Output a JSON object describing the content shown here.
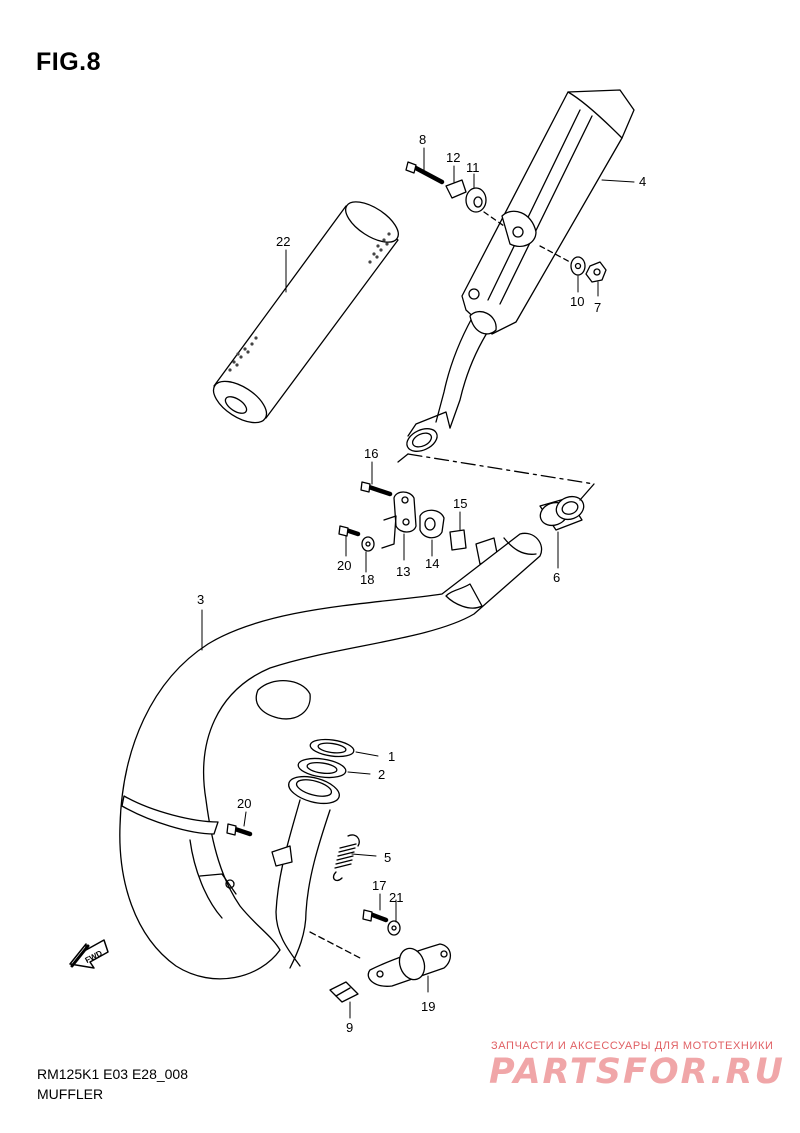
{
  "figure": {
    "title": "FIG.8"
  },
  "footer": {
    "model_code": "RM125K1 E03 E28_008",
    "section_name": "MUFFLER"
  },
  "watermark": {
    "tagline": "ЗАПЧАСТИ И АКСЕССУАРЫ ДЛЯ МОТОТЕХНИКИ",
    "logo": "PARTSFOR.RU",
    "color": "#e8696d"
  },
  "fwd_label": "FWD",
  "callouts": {
    "p1": "1",
    "p2": "2",
    "p3": "3",
    "p4": "4",
    "p5": "5",
    "p6": "6",
    "p7": "7",
    "p8": "8",
    "p9": "9",
    "p10": "10",
    "p11": "11",
    "p12": "12",
    "p13": "13",
    "p14": "14",
    "p15": "15",
    "p16": "16",
    "p17": "17",
    "p18": "18",
    "p19": "19",
    "p20a": "20",
    "p20b": "20",
    "p21": "21",
    "p22": "22"
  },
  "parts": [
    {
      "ref": "1",
      "part": "exhaust-pipe-gasket-1"
    },
    {
      "ref": "2",
      "part": "exhaust-pipe-gasket-2"
    },
    {
      "ref": "3",
      "part": "exhaust-pipe-chamber"
    },
    {
      "ref": "4",
      "part": "muffler-silencer"
    },
    {
      "ref": "5",
      "part": "spring"
    },
    {
      "ref": "6",
      "part": "muffler-joint-seal"
    },
    {
      "ref": "7",
      "part": "nut"
    },
    {
      "ref": "8",
      "part": "bolt"
    },
    {
      "ref": "9",
      "part": "clip"
    },
    {
      "ref": "10",
      "part": "washer"
    },
    {
      "ref": "11",
      "part": "cushion"
    },
    {
      "ref": "12",
      "part": "spacer"
    },
    {
      "ref": "13",
      "part": "bracket"
    },
    {
      "ref": "14",
      "part": "cushion"
    },
    {
      "ref": "15",
      "part": "spacer"
    },
    {
      "ref": "16",
      "part": "bolt"
    },
    {
      "ref": "17",
      "part": "bolt"
    },
    {
      "ref": "18",
      "part": "washer"
    },
    {
      "ref": "19",
      "part": "mount-bracket"
    },
    {
      "ref": "20",
      "part": "bolt"
    },
    {
      "ref": "21",
      "part": "washer"
    },
    {
      "ref": "22",
      "part": "muffler-cover"
    }
  ]
}
